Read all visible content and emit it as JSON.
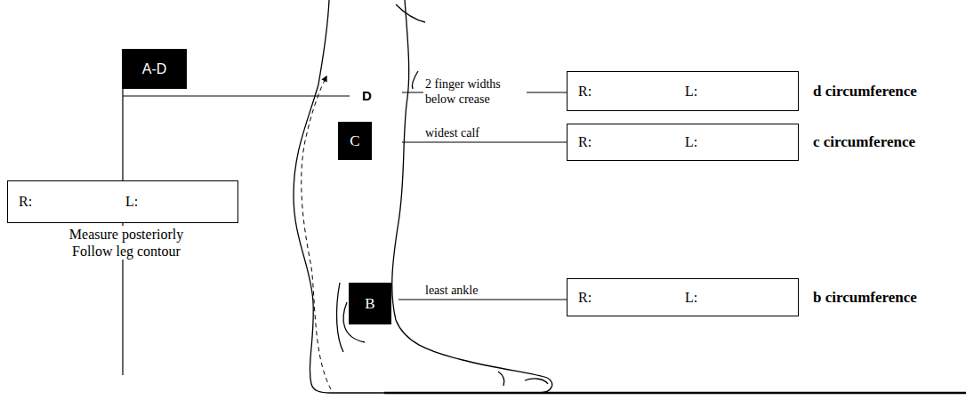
{
  "diagram": {
    "nodes": [
      {
        "text": [
          "A-D"
        ]
      },
      {
        "text": [
          "R:",
          "L:",
          "d circumference"
        ]
      },
      {
        "text": [
          "C"
        ]
      },
      {
        "text": [
          "R:",
          "L:",
          "c circumference"
        ]
      },
      {
        "text": [
          "R:",
          "L:"
        ]
      },
      {
        "text": [
          "B"
        ]
      },
      {
        "text": [
          "R:",
          "L:",
          "b circumference"
        ]
      }
    ],
    "edges": [
      {
        "from": 0,
        "to": 4,
        "arrow": "none"
      }
    ],
    "labels": [
      "D",
      "2 finger widths below crease",
      "widest calf",
      "least ankle",
      "Measure posteriorly Follow leg contour"
    ]
  }
}
